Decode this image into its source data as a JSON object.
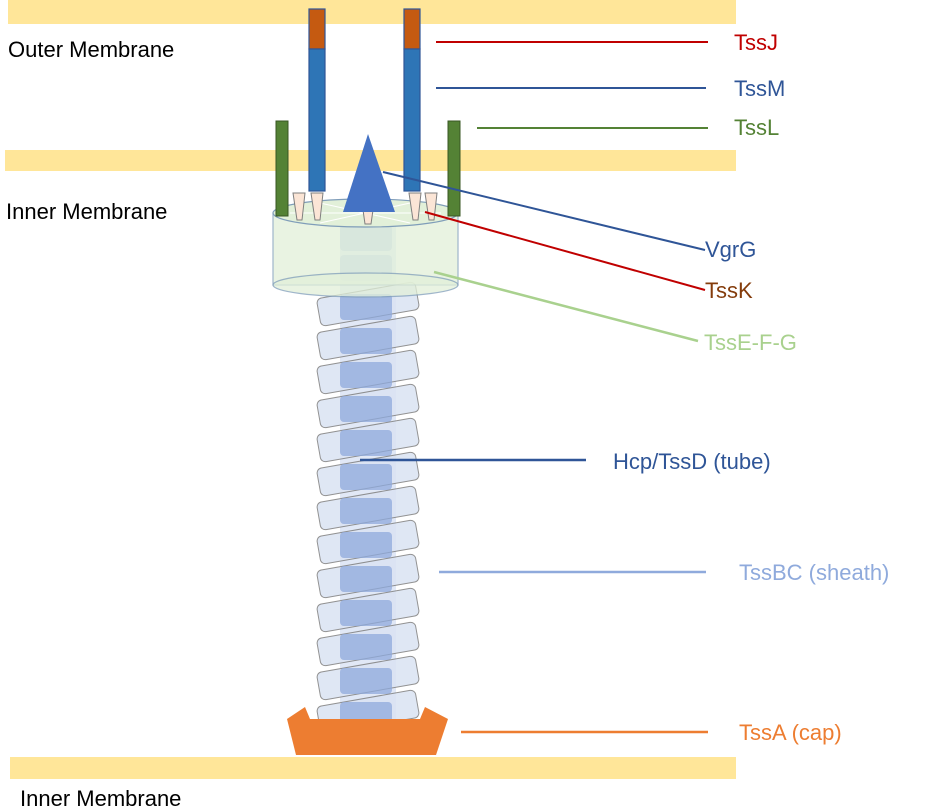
{
  "membranes": {
    "outer": "Outer Membrane",
    "inner_top": "Inner Membrane",
    "inner_bottom": "Inner Membrane"
  },
  "labels": {
    "tssj": "TssJ",
    "tssm": "TssM",
    "tssl": "TssL",
    "vgrg": "VgrG",
    "tssk": "TssK",
    "tssefg": "TssE-F-G",
    "hcp": "Hcp/TssD (tube)",
    "tssbc": "TssBC (sheath)",
    "tssa": "TssA (cap)"
  },
  "colors": {
    "membrane": "#ffe699",
    "tssj": "#c55a11",
    "tssm": "#2e75b6",
    "tssl": "#538135",
    "vgrg": "#4472c4",
    "tssk": "#fbe5d6",
    "tssefg": "#a9d18e",
    "hcp": "#8faadc",
    "tssbc": "#dae3f3",
    "tssa": "#ed7d31",
    "label_red": "#c00000",
    "label_blue": "#2f5597",
    "label_green": "#548235",
    "label_brown": "#843c0c",
    "label_lightgreen": "#a9d18e",
    "label_lightblue": "#8faadc"
  }
}
